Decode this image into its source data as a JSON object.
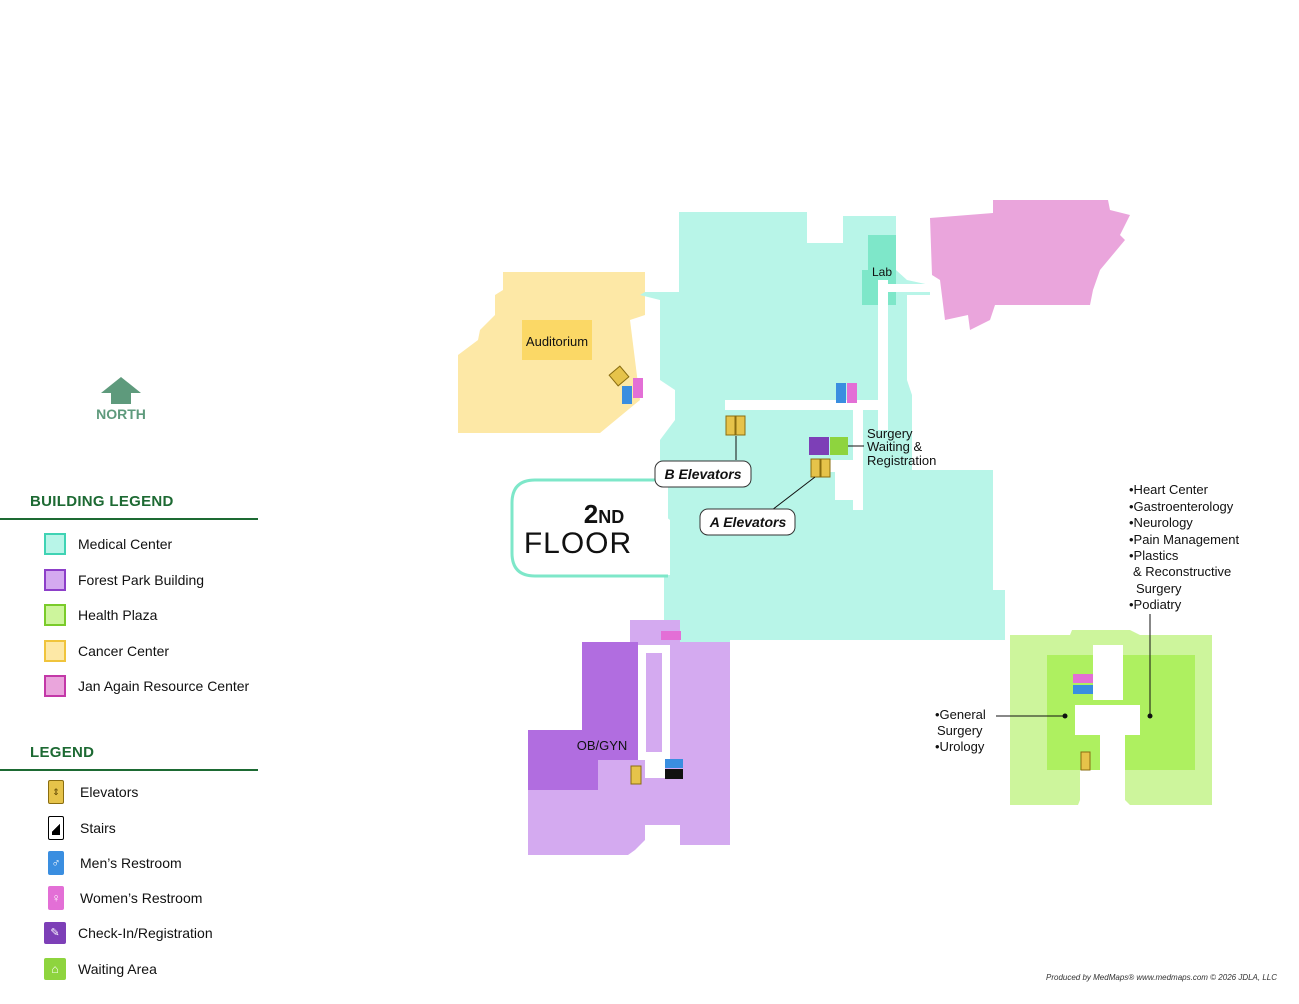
{
  "north_label": "NORTH",
  "floor": {
    "number": "2",
    "suffix": "ND",
    "word": "FLOOR"
  },
  "building_legend": {
    "heading": "BUILDING LEGEND",
    "items": [
      {
        "label": "Medical Center",
        "fill": "#b8f5e8",
        "border": "#3fd3b4"
      },
      {
        "label": "Forest Park Building",
        "fill": "#d4aaf0",
        "border": "#8d3fc9"
      },
      {
        "label": "Health Plaza",
        "fill": "#cdf59c",
        "border": "#7acb2a"
      },
      {
        "label": "Cancer Center",
        "fill": "#fde8a6",
        "border": "#f0c43c"
      },
      {
        "label": "Jan Again Resource Center",
        "fill": "#eaa5dc",
        "border": "#c338a8"
      }
    ]
  },
  "legend": {
    "heading": "LEGEND",
    "items": [
      {
        "label": "Elevators",
        "icon": "elevator-icon"
      },
      {
        "label": "Stairs",
        "icon": "stairs-icon"
      },
      {
        "label": "Men’s Restroom",
        "icon": "mens-restroom-icon"
      },
      {
        "label": "Women’s Restroom",
        "icon": "womens-restroom-icon"
      },
      {
        "label": "Check-In/Registration",
        "icon": "check-in-icon"
      },
      {
        "label": "Waiting Area",
        "icon": "waiting-area-icon"
      }
    ]
  },
  "places": {
    "auditorium": "Auditorium",
    "lab": "Lab",
    "surgery_waiting": [
      "Surgery",
      "Waiting &",
      "Registration"
    ],
    "b_elevators": "B Elevators",
    "a_elevators": "A Elevators",
    "obgyn": "OB/GYN",
    "heart_list": [
      "•Heart Center",
      "•Gastroenterology",
      "•Neurology",
      "•Pain Management",
      "•Plastics",
      " & Reconstructive",
      "  Surgery",
      "•Podiatry"
    ],
    "general_list": [
      "•General",
      " Surgery",
      "•Urology"
    ]
  },
  "copyright": "Produced by MedMaps® www.medmaps.com © 2026 JDLA, LLC"
}
